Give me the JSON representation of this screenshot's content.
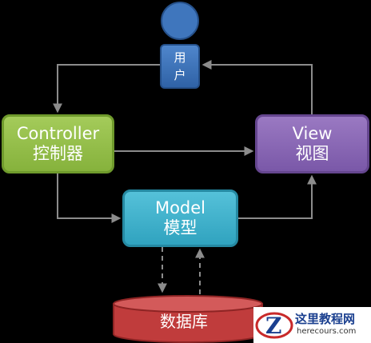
{
  "nodes": {
    "user": {
      "line1": "用",
      "line2": "户"
    },
    "controller": {
      "title": "Controller",
      "subtitle": "控制器"
    },
    "view": {
      "title": "View",
      "subtitle": "视图"
    },
    "model": {
      "title": "Model",
      "subtitle": "模型"
    },
    "database": {
      "label": "数据库"
    }
  },
  "watermark": {
    "title": "这里教程网",
    "url": "herecours.com"
  },
  "colors": {
    "user": "#3a6fb5",
    "controller": "#92bd47",
    "view": "#8865b5",
    "model": "#3fb3cd",
    "database": "#c84646",
    "arrow": "#8c8c8c"
  }
}
